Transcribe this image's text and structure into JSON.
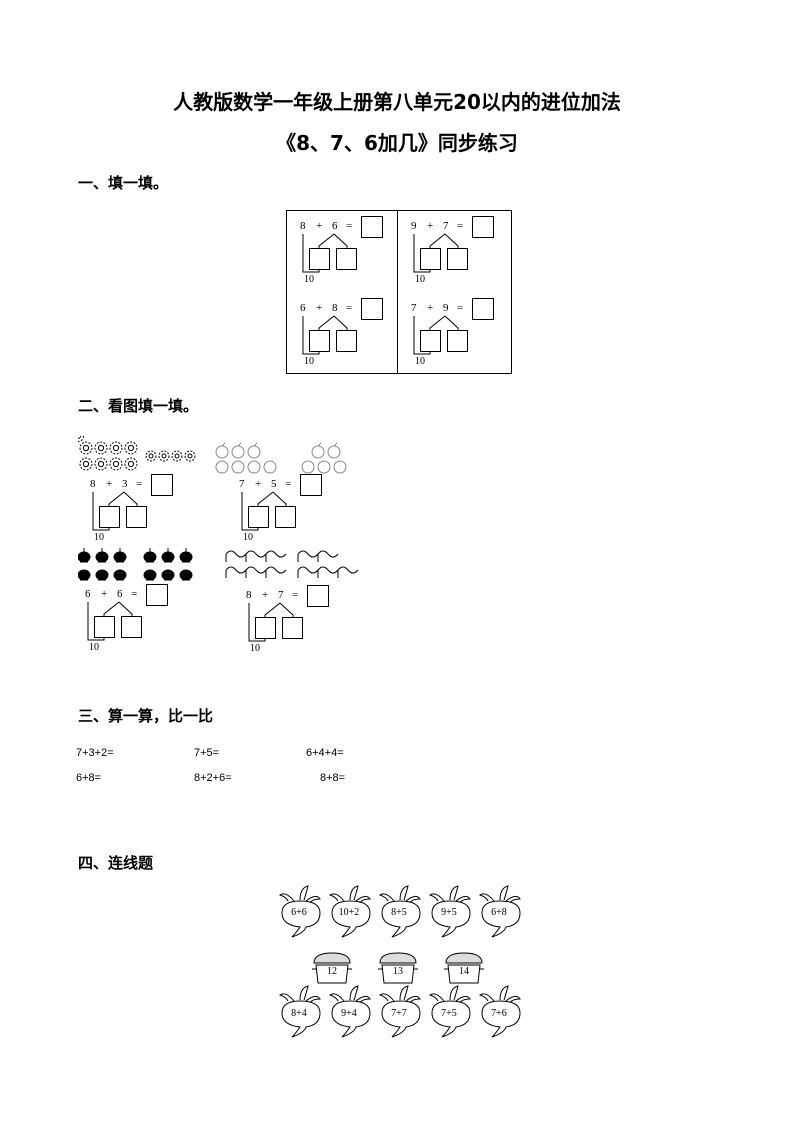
{
  "title": {
    "line1": "人教版数学一年级上册第八单元20以内的进位加法",
    "line2": "《8、7、6加几》同步练习"
  },
  "sections": {
    "s1": "一、填一填。",
    "s2": "二、看图填一填。",
    "s3": "三、算一算，比一比",
    "s4": "四、连线题"
  },
  "fill": {
    "ten_label": "10",
    "items": [
      {
        "a": "8",
        "op": "+",
        "b": "6",
        "eq": "="
      },
      {
        "a": "9",
        "op": "+",
        "b": "7",
        "eq": "="
      },
      {
        "a": "6",
        "op": "+",
        "b": "8",
        "eq": "="
      },
      {
        "a": "7",
        "op": "+",
        "b": "9",
        "eq": "="
      }
    ]
  },
  "pictures": {
    "ten_label": "10",
    "items": [
      {
        "a": "8",
        "op": "+",
        "b": "3",
        "eq": "=",
        "icon": "flower-icon"
      },
      {
        "a": "7",
        "op": "+",
        "b": "5",
        "eq": "=",
        "icon": "apple-icon"
      },
      {
        "a": "6",
        "op": "+",
        "b": "6",
        "eq": "=",
        "icon": "bee-icon"
      },
      {
        "a": "8",
        "op": "+",
        "b": "7",
        "eq": "=",
        "icon": "flag-icon"
      }
    ]
  },
  "calc": {
    "row1": [
      "7+3+2=",
      "7+5=",
      "6+4+4="
    ],
    "row2": [
      "6+8=",
      "8+2+6=",
      "8+8="
    ]
  },
  "match": {
    "top": [
      "6+6",
      "10+2",
      "8+5",
      "9+5",
      "6+8"
    ],
    "middle": [
      "12",
      "13",
      "14"
    ],
    "bottom": [
      "8+4",
      "9+4",
      "7+7",
      "7+5",
      "7+6"
    ]
  }
}
